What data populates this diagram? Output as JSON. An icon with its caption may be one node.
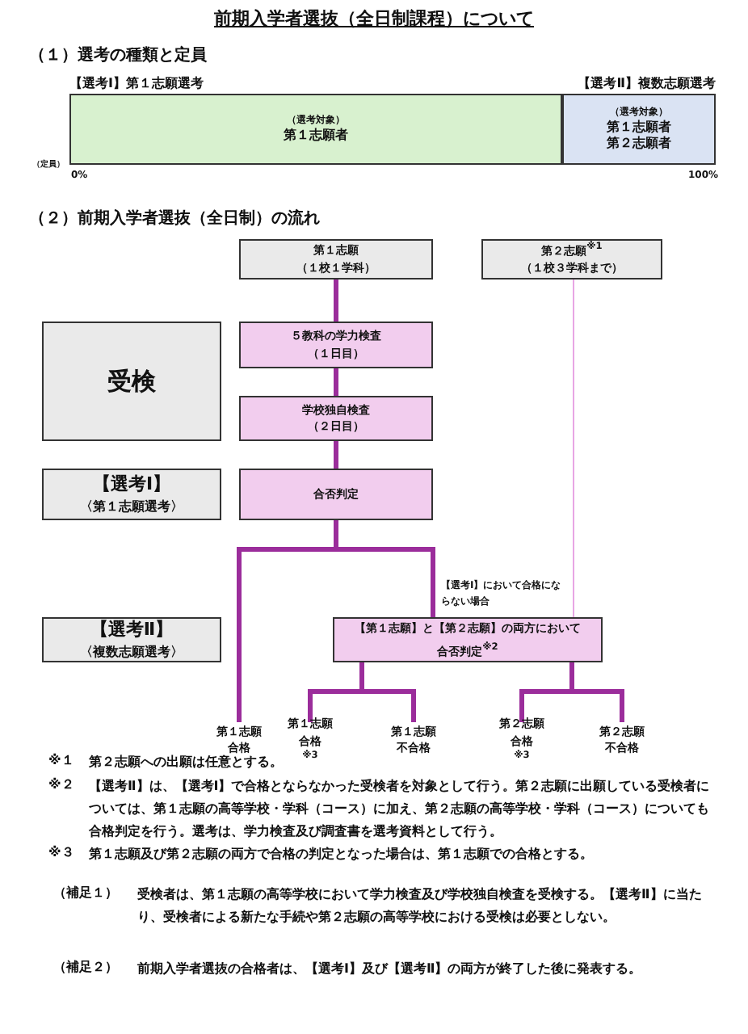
{
  "diagram": {
    "title": "前期入学者選抜（全日制課程）について",
    "nodes": [
      {
        "text": [
          "【選考Ⅰ】第１志願選考",
          "（選考対象）",
          "第１志願者"
        ]
      },
      {
        "text": [
          "【選考Ⅱ】複数志願選考",
          "（選考対象）",
          "第１志願者",
          "第２志願者"
        ]
      },
      {
        "text": [
          "第１志願",
          "（１校１学科）"
        ]
      },
      {
        "text": [
          "第２志願$^{※1}$",
          "（１校３学科まで）"
        ]
      },
      {
        "text": [
          "受検"
        ]
      },
      {
        "text": [
          "５教科の学力検査",
          "（１日目）"
        ]
      },
      {
        "text": [
          "学校独自検査",
          "（２日目）"
        ]
      },
      {
        "text": [
          "【選考Ⅰ】",
          "〈第１志願選考〉"
        ]
      },
      {
        "text": [
          "合否判定"
        ]
      },
      {
        "text": [
          "【選考Ⅱ】",
          "〈複数志願選考〉"
        ]
      },
      {
        "text": [
          "【第１志願】と【第２志願】の両方において合否判定$^{※2}$"
        ]
      },
      {
        "text": [
          "第１志願",
          "合格"
        ]
      },
      {
        "text": [
          "第１志願",
          "合格$^{※3}$"
        ]
      },
      {
        "text": [
          "第１志願",
          "不合格"
        ]
      },
      {
        "text": [
          "第２志願",
          "合格$^{※3}$"
        ]
      },
      {
        "text": [
          "第２志願",
          "不合格"
        ]
      }
    ],
    "edges": [
      {
        "from": 2,
        "to": 5,
        "arrow": "none"
      },
      {
        "from": 5,
        "to": 6,
        "arrow": "none"
      },
      {
        "from": 6,
        "to": 8,
        "arrow": "none"
      },
      {
        "from": 8,
        "to": 11,
        "arrow": "none"
      },
      {
        "from": 8,
        "to": 10,
        "arrow": "none",
        "label": "【選考Ⅰ】において合格にならない場合"
      },
      {
        "from": 3,
        "to": 10,
        "arrow": "none",
        "color": "#e8a6e4"
      },
      {
        "from": 10,
        "to": 12,
        "arrow": "none"
      },
      {
        "from": 10,
        "to": 13,
        "arrow": "none"
      },
      {
        "from": 10,
        "to": 14,
        "arrow": "none"
      },
      {
        "from": 10,
        "to": 15,
        "arrow": "none"
      }
    ],
    "labels": [
      "（１）選考の種類と定員",
      "（定員）",
      "0%",
      "100%",
      "（２）前期入学者選抜（全日制）の流れ",
      "※１",
      "第２志願への出願は任意とする。",
      "※２",
      "【選考Ⅱ】は、【選考Ⅰ】で合格とならなかった受検者を対象として行う。第２志願に出願している受検者については、第１志願の高等学校・学科（コース）に加え、第２志願の高等学校・学科（コース）についても合格判定を行う。選考は、学力検査及び調査書を選考資料として行う。",
      "※３",
      "第１志願及び第２志願の両方で合格の判定となった場合は、第１志願での合格とする。",
      "（補足１）",
      "受検者は、第１志願の高等学校において学力検査及び学校独自検査を受検する。【選考Ⅱ】に当たり、受検者による新たな手続や第２志願の高等学校における受検は必要としない。",
      "（補足２）",
      "前期入学者選抜の合格者は、【選考Ⅰ】及び【選考Ⅱ】の両方が終了した後に発表する。"
    ]
  }
}
